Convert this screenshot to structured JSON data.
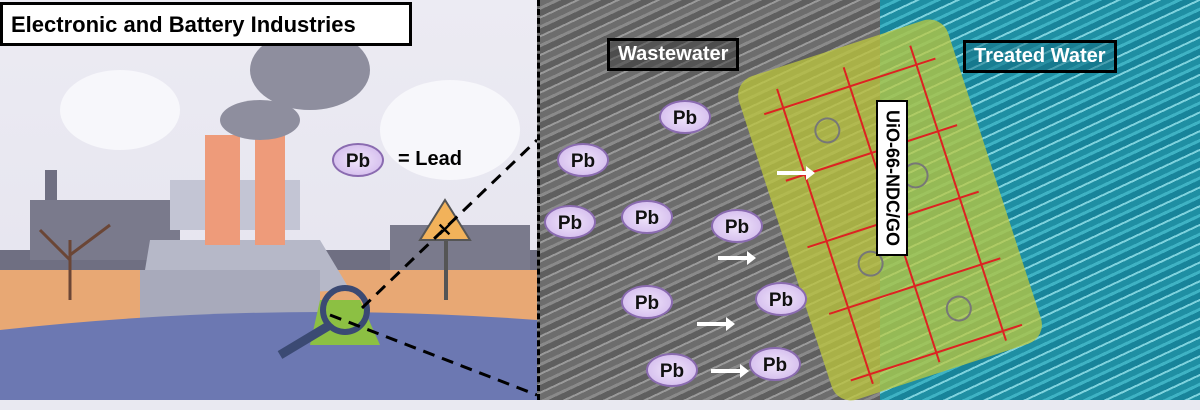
{
  "title": "Electronic and Battery Industries",
  "legend": {
    "symbol": "Pb",
    "meaning": "= Lead"
  },
  "wastewater_label": "Wastewater",
  "treated_label": "Treated Water",
  "membrane_label": "UiO-66-NDC/GO",
  "ion": "Pb"
}
